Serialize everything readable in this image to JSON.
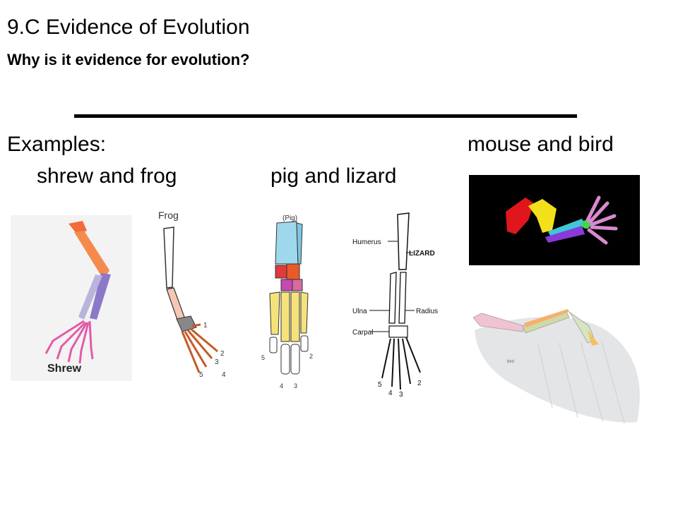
{
  "slide": {
    "title": "9.C  Evidence of Evolution",
    "subtitle": "Why is it evidence for evolution?",
    "examples_label": "Examples:",
    "captions": {
      "mouse_bird": "mouse and bird",
      "shrew_frog": "shrew and frog",
      "pig_lizard": "pig and lizard"
    }
  },
  "figures": {
    "shrew": {
      "label": "Shrew"
    },
    "frog": {
      "label": "Frog",
      "digits": [
        "1",
        "2",
        "3",
        "5",
        "4"
      ]
    },
    "pig": {
      "label": "(Pig)",
      "digits": [
        "5",
        "2",
        "4",
        "3"
      ]
    },
    "lizard": {
      "labels": {
        "humerus": "Humerus",
        "lizard": "LIZARD",
        "ulna": "Ulna",
        "radius": "Radius",
        "carpal": "Carpal"
      },
      "digits": [
        "5",
        "4",
        "3",
        "2"
      ]
    },
    "bird": {
      "label": "bird"
    }
  }
}
